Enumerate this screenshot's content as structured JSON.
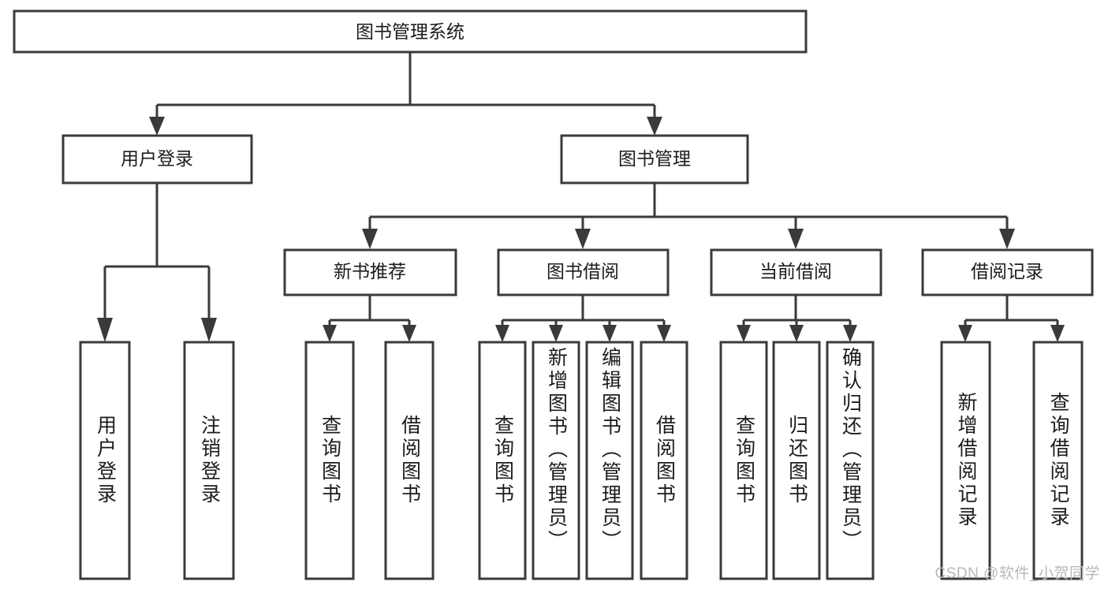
{
  "diagram": {
    "type": "hierarchy-tree",
    "title": "图书管理系统",
    "orientation": "top-down",
    "colors": {
      "box_stroke": "#3a3a3a",
      "box_fill": "#ffffff",
      "edge": "#3a3a3a",
      "text": "#1c1c1c",
      "watermark": "#b9b9b9",
      "background": "#ffffff"
    },
    "root": {
      "id": "root",
      "label": "图书管理系统"
    },
    "level2": [
      {
        "id": "user-login",
        "label": "用户登录"
      },
      {
        "id": "book-management",
        "label": "图书管理"
      }
    ],
    "level3": [
      {
        "id": "new-book-recommend",
        "label": "新书推荐",
        "parent": "book-management"
      },
      {
        "id": "book-borrow",
        "label": "图书借阅",
        "parent": "book-management"
      },
      {
        "id": "current-borrow",
        "label": "当前借阅",
        "parent": "book-management"
      },
      {
        "id": "borrow-record",
        "label": "借阅记录",
        "parent": "book-management"
      }
    ],
    "leaves": [
      {
        "id": "leaf-user-login",
        "label": "用户登录",
        "parent": "user-login"
      },
      {
        "id": "leaf-logout-login",
        "label": "注销登录",
        "parent": "user-login"
      },
      {
        "id": "leaf-query-book-1",
        "label": "查询图书",
        "parent": "new-book-recommend"
      },
      {
        "id": "leaf-borrow-book-1",
        "label": "借阅图书",
        "parent": "new-book-recommend"
      },
      {
        "id": "leaf-query-book-2",
        "label": "查询图书",
        "parent": "book-borrow"
      },
      {
        "id": "leaf-add-book",
        "label": "新增图书（管理员）",
        "parent": "book-borrow"
      },
      {
        "id": "leaf-edit-book",
        "label": "编辑图书（管理员）",
        "parent": "book-borrow"
      },
      {
        "id": "leaf-borrow-book-2",
        "label": "借阅图书",
        "parent": "book-borrow"
      },
      {
        "id": "leaf-query-book-3",
        "label": "查询图书",
        "parent": "current-borrow"
      },
      {
        "id": "leaf-return-book",
        "label": "归还图书",
        "parent": "current-borrow"
      },
      {
        "id": "leaf-confirm-return",
        "label": "确认归还（管理员）",
        "parent": "current-borrow"
      },
      {
        "id": "leaf-add-record",
        "label": "新增借阅记录",
        "parent": "borrow-record"
      },
      {
        "id": "leaf-query-record",
        "label": "查询借阅记录",
        "parent": "borrow-record"
      }
    ]
  },
  "watermark": {
    "text": "CSDN @软件_小贺同学"
  }
}
